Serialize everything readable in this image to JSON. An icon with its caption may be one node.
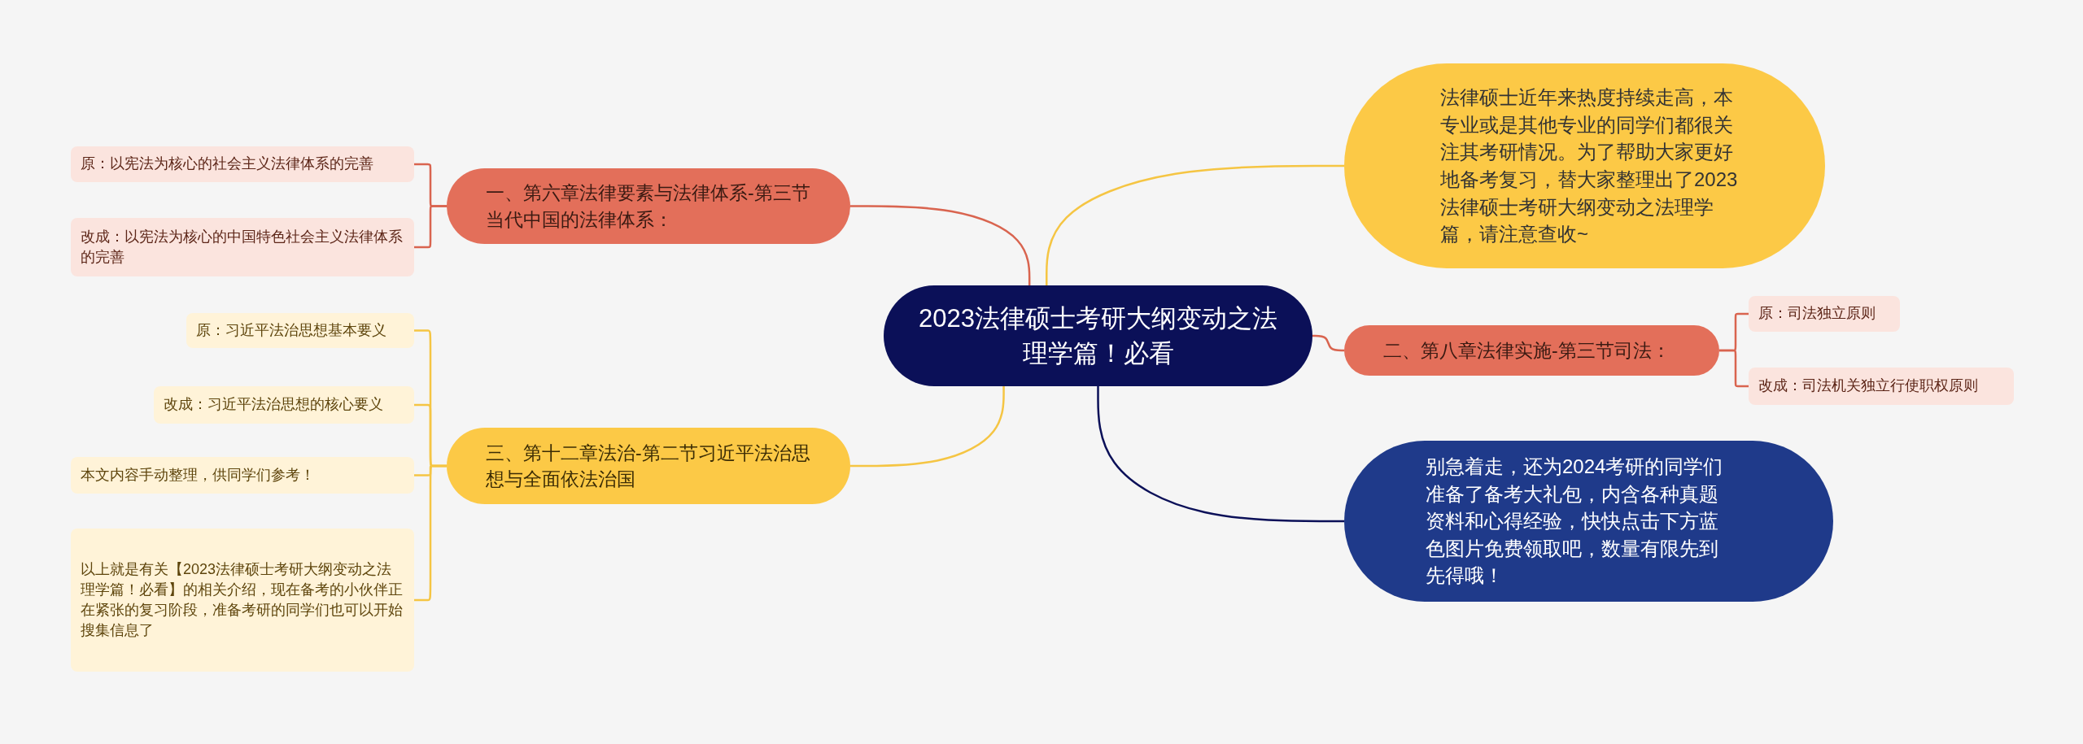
{
  "diagram": {
    "nodes": [
      {
        "text": [
          "2023法律硕士考研大纲变动之法理学篇！必看"
        ]
      },
      {
        "text": [
          "一、第六章法律要素与法律体系-第三节当代中国的法律体系："
        ]
      },
      {
        "text": [
          "原：以宪法为核心的社会主义法律体系的完善"
        ]
      },
      {
        "text": [
          "改成：以宪法为核心的中国特色社会主义法律体系的完善"
        ]
      },
      {
        "text": [
          "三、第十二章法治-第二节习近平法治思想与全面依法治国"
        ]
      },
      {
        "text": [
          "原：习近平法治思想基本要义"
        ]
      },
      {
        "text": [
          "改成：习近平法治思想的核心要义"
        ]
      },
      {
        "text": [
          "本文内容手动整理，供同学们参考！"
        ]
      },
      {
        "text": [
          "以上就是有关【2023法律硕士考研大纲变动之法理学篇！必看】的相关介绍，现在备考的小伙伴正在紧张的复习阶段，准备考研的同学们也可以开始搜集信息了"
        ]
      },
      {
        "text": [
          "法律硕士近年来热度持续走高，本专业或是其他专业的同学们都很关注其考研情况。为了帮助大家更好地备考复习，替大家整理出了2023法律硕士考研大纲变动之法理学篇，请注意查收~"
        ]
      },
      {
        "text": [
          "二、第八章法律实施-第三节司法："
        ]
      },
      {
        "text": [
          "原：司法独立原则"
        ]
      },
      {
        "text": [
          "改成：司法机关独立行使职权原则"
        ]
      },
      {
        "text": [
          "别急着走，还为2024考研的同学们准备了备考大礼包，内含各种真题资料和心得经验，快快点击下方蓝色图片免费领取吧，数量有限先到先得哦！"
        ]
      }
    ],
    "edges": [
      {
        "from": 0,
        "to": 1,
        "arrow": "none",
        "color": "#d9644f"
      },
      {
        "from": 1,
        "to": 2,
        "arrow": "none",
        "color": "#d9644f"
      },
      {
        "from": 1,
        "to": 3,
        "arrow": "none",
        "color": "#d9644f"
      },
      {
        "from": 0,
        "to": 4,
        "arrow": "none",
        "color": "#f5c543"
      },
      {
        "from": 4,
        "to": 5,
        "arrow": "none",
        "color": "#f5c543"
      },
      {
        "from": 4,
        "to": 6,
        "arrow": "none",
        "color": "#f5c543"
      },
      {
        "from": 4,
        "to": 7,
        "arrow": "none",
        "color": "#f5c543"
      },
      {
        "from": 4,
        "to": 8,
        "arrow": "none",
        "color": "#f5c543"
      },
      {
        "from": 0,
        "to": 9,
        "arrow": "none",
        "color": "#f5c543"
      },
      {
        "from": 0,
        "to": 10,
        "arrow": "none",
        "color": "#d9644f"
      },
      {
        "from": 10,
        "to": 11,
        "arrow": "none",
        "color": "#d9644f"
      },
      {
        "from": 10,
        "to": 12,
        "arrow": "none",
        "color": "#d9644f"
      },
      {
        "from": 0,
        "to": 13,
        "arrow": "none",
        "color": "#0b1058"
      }
    ]
  }
}
